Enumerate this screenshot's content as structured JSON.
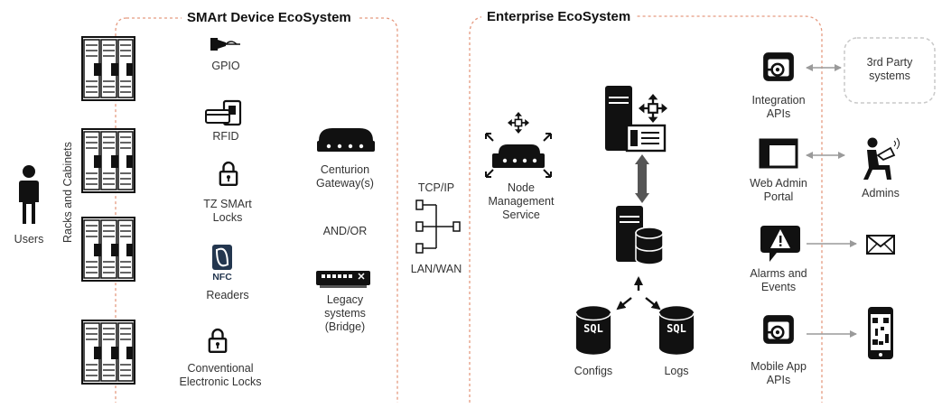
{
  "titles": {
    "smart": "SMArt Device EcoSystem",
    "enterprise": "Enterprise EcoSystem"
  },
  "left": {
    "users": "Users",
    "racks": "Racks and Cabinets"
  },
  "devices": {
    "gpio": "GPIO",
    "rfid": "RFID",
    "tz1": "TZ SMArt",
    "tz2": "Locks",
    "nfc_logo": "NFC",
    "nfc": "Readers",
    "conv1": "Conventional",
    "conv2": "Electronic Locks"
  },
  "gateways": {
    "centurion1": "Centurion",
    "centurion2": "Gateway(s)",
    "andor": "AND/OR",
    "legacy1": "Legacy",
    "legacy2": "systems",
    "legacy3": "(Bridge)"
  },
  "network": {
    "tcp": "TCP/IP",
    "lan": "LAN/WAN"
  },
  "enterprise": {
    "nms1": "Node",
    "nms2": "Management",
    "nms3": "Service",
    "sql1": "SQL",
    "sql2": "SQL",
    "configs": "Configs",
    "logs": "Logs"
  },
  "interfaces": {
    "integration1": "Integration",
    "integration2": "APIs",
    "web1": "Web Admin",
    "web2": "Portal",
    "alarms1": "Alarms and",
    "alarms2": "Events",
    "mobile1": "Mobile App",
    "mobile2": "APIs"
  },
  "external": {
    "third1": "3rd Party",
    "third2": "systems",
    "admins": "Admins"
  },
  "colors": {
    "border_dashed": "#e59a80",
    "icon": "#111111",
    "arrow_gray": "#9a9a9a",
    "text": "#333333"
  }
}
